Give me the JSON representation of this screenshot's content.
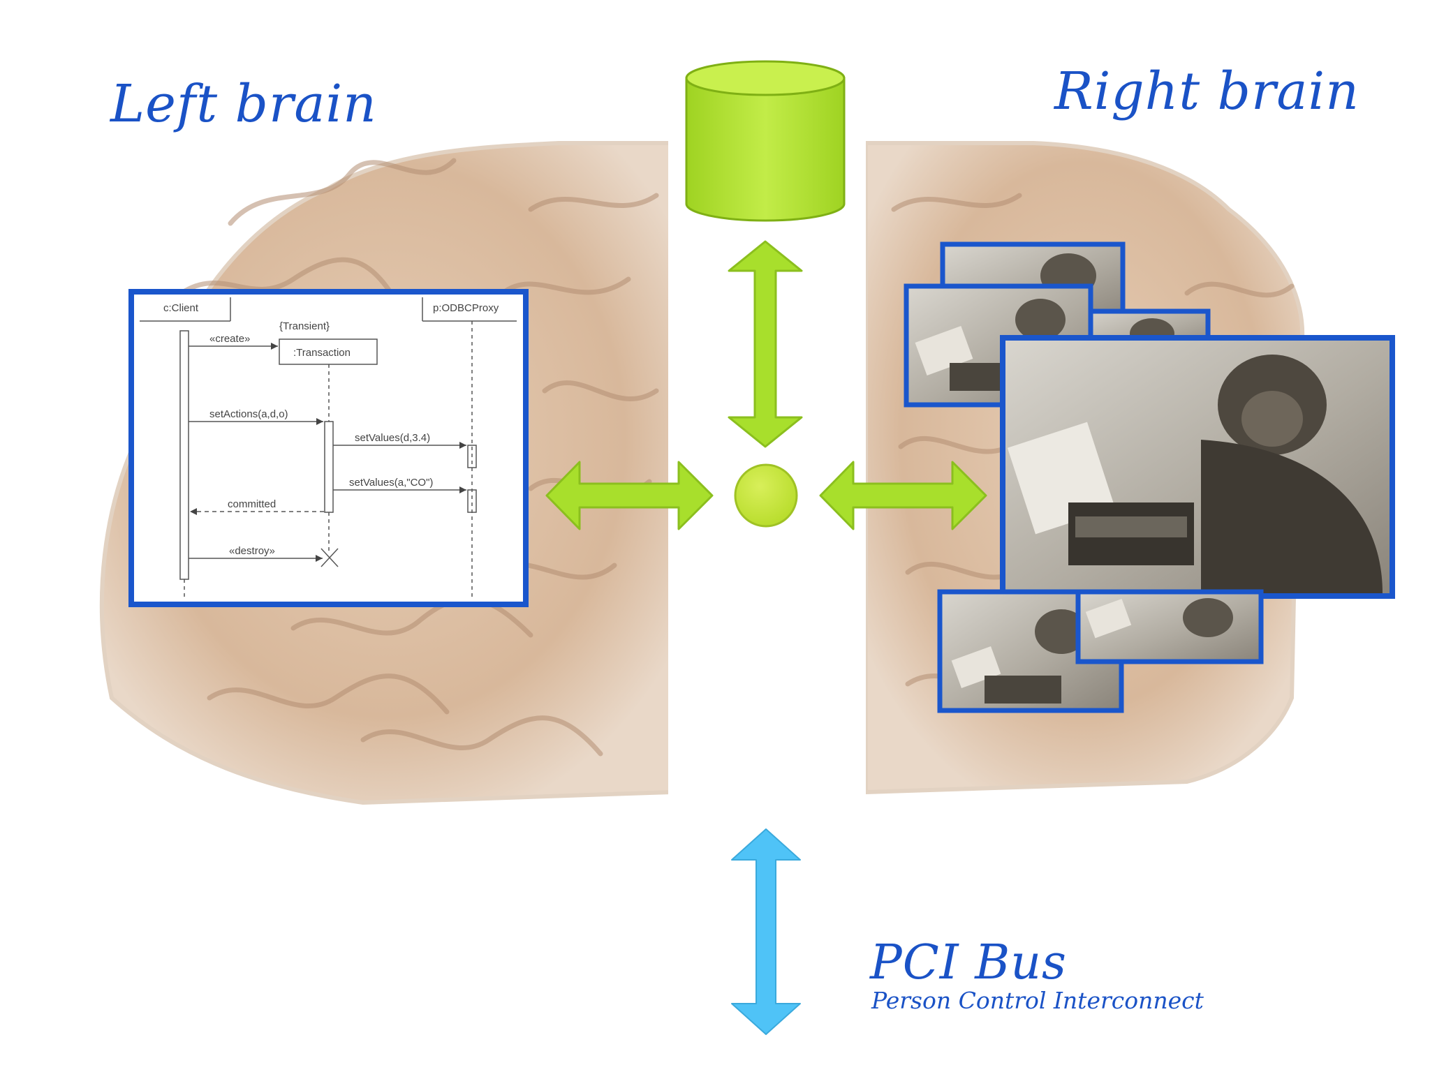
{
  "headings": {
    "left_brain": "Left brain",
    "right_brain": "Right brain",
    "bus_title": "PCI Bus",
    "bus_subtitle": "Person Control Interconnect"
  },
  "sequence_diagram": {
    "lifeline_client": "c:Client",
    "lifeline_proxy": "p:ODBCProxy",
    "transient_label": "{Transient}",
    "transaction_label": ":Transaction",
    "messages": {
      "create": "«create»",
      "set_actions": "setActions(a,d,o)",
      "set_values_1": "setValues(d,3.4)",
      "set_values_2": "setValues(a,\"CO\")",
      "committed": "committed",
      "destroy": "«destroy»"
    }
  },
  "colors": {
    "heading_blue": "#1a52c6",
    "frame_blue": "#1a56cc",
    "lime": "#a8df2c",
    "lime_edge": "#8bbf1e",
    "bus_cyan": "#4fc3f7",
    "brain_tone": "#d9bba0"
  },
  "icons": {
    "database": "database-cylinder-icon",
    "hub": "hub-circle-icon",
    "arrows": "double-headed-arrow-icon",
    "photos": "monkey-typewriter-photo"
  }
}
